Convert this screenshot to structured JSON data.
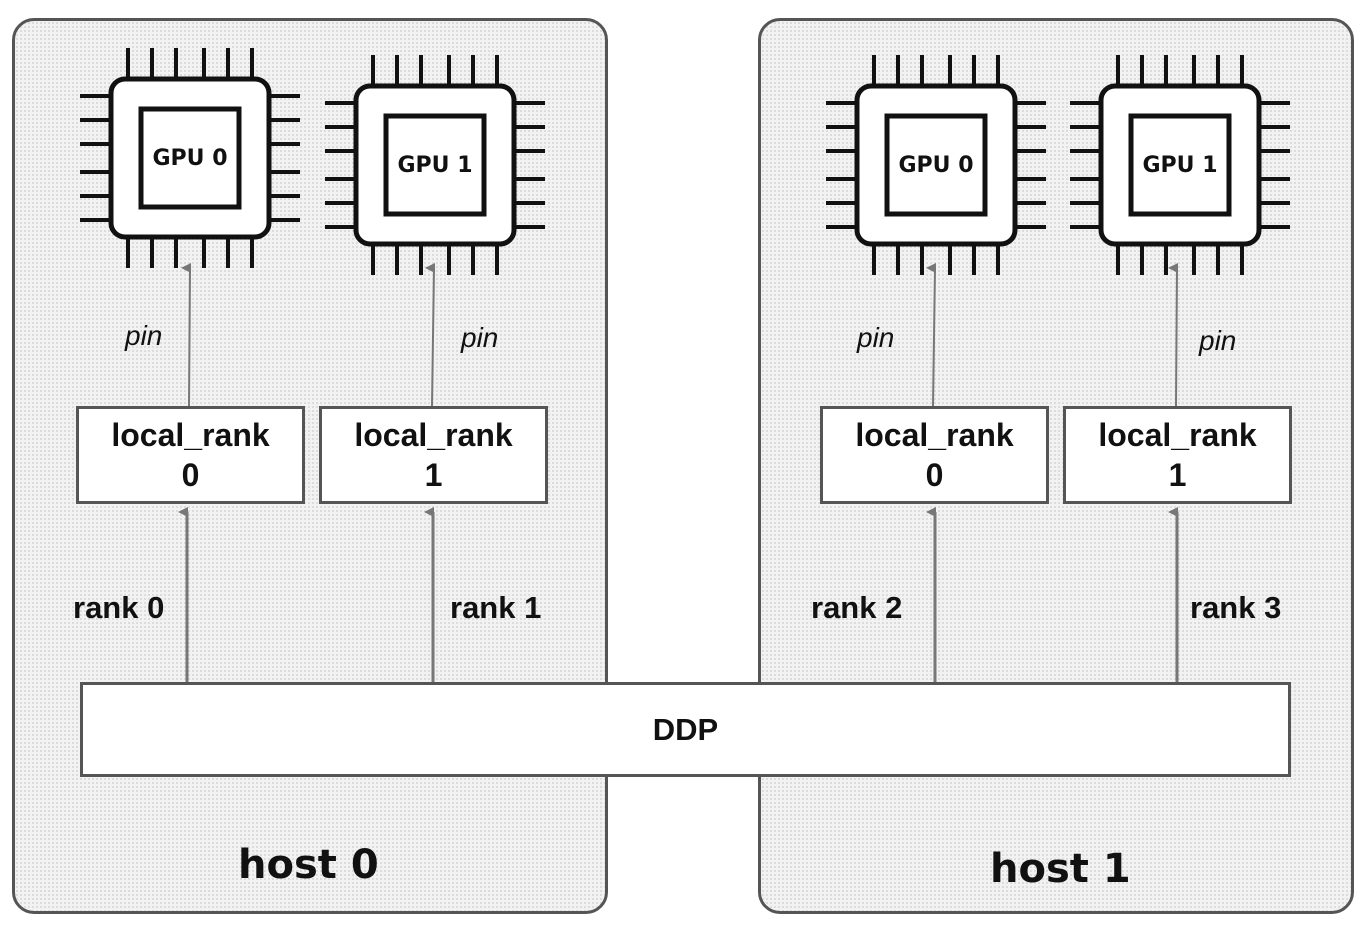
{
  "hosts": [
    {
      "label": "host 0",
      "gpus": [
        {
          "label": "GPU 0"
        },
        {
          "label": "GPU 1"
        }
      ],
      "local_ranks": [
        {
          "line1": "local_rank",
          "line2": "0"
        },
        {
          "line1": "local_rank",
          "line2": "1"
        }
      ],
      "pin_labels": [
        "pin",
        "pin"
      ],
      "rank_labels": [
        "rank 0",
        "rank 1"
      ]
    },
    {
      "label": "host 1",
      "gpus": [
        {
          "label": "GPU 0"
        },
        {
          "label": "GPU 1"
        }
      ],
      "local_ranks": [
        {
          "line1": "local_rank",
          "line2": "0"
        },
        {
          "line1": "local_rank",
          "line2": "1"
        }
      ],
      "pin_labels": [
        "pin",
        "pin"
      ],
      "rank_labels": [
        "rank 2",
        "rank 3"
      ]
    }
  ],
  "ddp": {
    "label": "DDP"
  },
  "colors": {
    "border": "#555555",
    "arrow": "#777777",
    "host_fill": "#f2f2f2"
  }
}
